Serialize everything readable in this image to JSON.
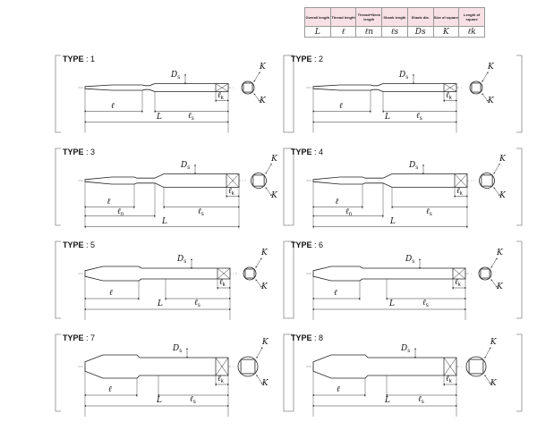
{
  "legend": {
    "headers": [
      "Overall length",
      "Thread length",
      "Thread+Neck length",
      "Shank length",
      "Shank dia.",
      "Size of square",
      "Length of square"
    ],
    "symbols": [
      "L",
      "ℓ",
      "ℓn",
      "ℓs",
      "Ds",
      "K",
      "ℓk"
    ]
  },
  "type_prefix": "TYPE",
  "types": [
    {
      "number": "1",
      "has_neck_label": false
    },
    {
      "number": "2",
      "has_neck_label": false
    },
    {
      "number": "3",
      "has_neck_label": true
    },
    {
      "number": "4",
      "has_neck_label": true
    },
    {
      "number": "5",
      "has_neck_label": false
    },
    {
      "number": "6",
      "has_neck_label": false
    },
    {
      "number": "7",
      "has_neck_label": false
    },
    {
      "number": "8",
      "has_neck_label": false
    }
  ],
  "dimension_labels": {
    "overall": "L",
    "thread": "ℓ",
    "neck": "ℓn",
    "shank_len": "ℓs",
    "shank_dia": "Ds",
    "square_size": "K",
    "square_len": "ℓk"
  },
  "colors": {
    "line": "#222222",
    "dim": "#333333",
    "header_bg": "#f7e1e5",
    "bracket": "#888888"
  }
}
